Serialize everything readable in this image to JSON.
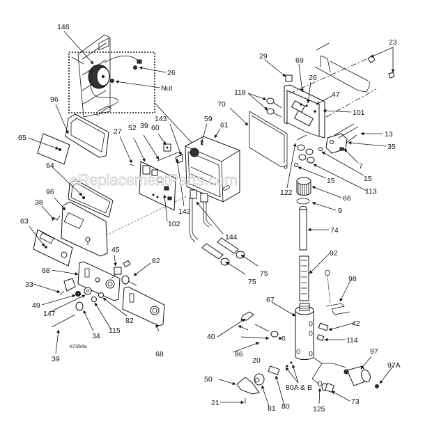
{
  "diagram": {
    "type": "exploded-parts-diagram",
    "figure_id": "ti7354a",
    "watermark": "eReplacementParts.com",
    "callouts": [
      {
        "id": "c148",
        "label": "148"
      },
      {
        "id": "c26a",
        "label": "26"
      },
      {
        "id": "cnut",
        "label": "Nut"
      },
      {
        "id": "c96a",
        "label": "96"
      },
      {
        "id": "c65",
        "label": "65"
      },
      {
        "id": "c64",
        "label": "64"
      },
      {
        "id": "c96b",
        "label": "96"
      },
      {
        "id": "c38",
        "label": "38"
      },
      {
        "id": "c63",
        "label": "63"
      },
      {
        "id": "c27",
        "label": "27"
      },
      {
        "id": "c52",
        "label": "52"
      },
      {
        "id": "c39a",
        "label": "39"
      },
      {
        "id": "c60",
        "label": "60"
      },
      {
        "id": "c143",
        "label": "143"
      },
      {
        "id": "c59",
        "label": "59"
      },
      {
        "id": "c61",
        "label": "61"
      },
      {
        "id": "c70",
        "label": "70"
      },
      {
        "id": "c142",
        "label": "142"
      },
      {
        "id": "c102",
        "label": "102"
      },
      {
        "id": "c144",
        "label": "144"
      },
      {
        "id": "c75a",
        "label": "75"
      },
      {
        "id": "c75b",
        "label": "75"
      },
      {
        "id": "c29",
        "label": "29"
      },
      {
        "id": "c69",
        "label": "69"
      },
      {
        "id": "c26b",
        "label": "26"
      },
      {
        "id": "c47",
        "label": "47"
      },
      {
        "id": "c118",
        "label": "118"
      },
      {
        "id": "c101",
        "label": "101"
      },
      {
        "id": "c23",
        "label": "23"
      },
      {
        "id": "c13",
        "label": "13"
      },
      {
        "id": "c35",
        "label": "35"
      },
      {
        "id": "c7",
        "label": "7"
      },
      {
        "id": "c15a",
        "label": "15"
      },
      {
        "id": "c15b",
        "label": "15"
      },
      {
        "id": "c113",
        "label": "113"
      },
      {
        "id": "c122",
        "label": "122"
      },
      {
        "id": "c66",
        "label": "66"
      },
      {
        "id": "c9",
        "label": "9"
      },
      {
        "id": "c74",
        "label": "74"
      },
      {
        "id": "c92",
        "label": "92"
      },
      {
        "id": "c98",
        "label": "98"
      },
      {
        "id": "c67",
        "label": "67"
      },
      {
        "id": "c42",
        "label": "42"
      },
      {
        "id": "c114",
        "label": "114"
      },
      {
        "id": "c97",
        "label": "97"
      },
      {
        "id": "c97a",
        "label": "97A"
      },
      {
        "id": "c73",
        "label": "73"
      },
      {
        "id": "c125",
        "label": "125"
      },
      {
        "id": "c80ab",
        "label": "80A & B"
      },
      {
        "id": "c80",
        "label": "80"
      },
      {
        "id": "c81",
        "label": "81"
      },
      {
        "id": "c50",
        "label": "50"
      },
      {
        "id": "c21",
        "label": "21"
      },
      {
        "id": "c40",
        "label": "40"
      },
      {
        "id": "c86",
        "label": "86"
      },
      {
        "id": "c20",
        "label": "20"
      },
      {
        "id": "c45",
        "label": "45"
      },
      {
        "id": "c82a",
        "label": "82"
      },
      {
        "id": "c82b",
        "label": "82"
      },
      {
        "id": "c68a",
        "label": "68"
      },
      {
        "id": "c68b",
        "label": "68"
      },
      {
        "id": "c33",
        "label": "33"
      },
      {
        "id": "c49",
        "label": "49"
      },
      {
        "id": "c147",
        "label": "147"
      },
      {
        "id": "c34",
        "label": "34"
      },
      {
        "id": "c115",
        "label": "115"
      },
      {
        "id": "c39b",
        "label": "39"
      }
    ]
  }
}
